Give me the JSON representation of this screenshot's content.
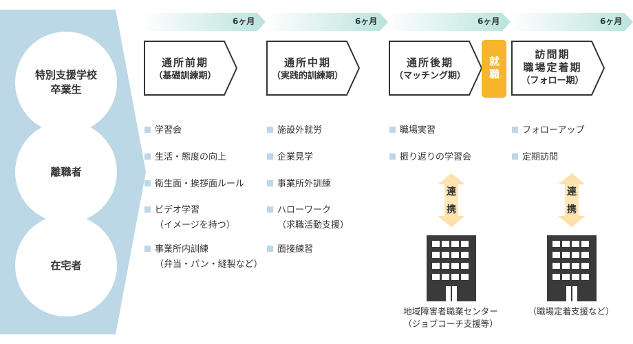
{
  "colors": {
    "panel": "#bcd7e6",
    "accent": "#f7b52c",
    "building": "#3a3a3a",
    "durationBand": "#b9e3dc"
  },
  "targets": [
    "特別支援学校\n卒業生",
    "離職者",
    "在宅者"
  ],
  "durations": [
    "6ヶ月",
    "6ヶ月",
    "6ヶ月",
    "6ヶ月"
  ],
  "phases": [
    {
      "name": "通所前期",
      "sub": "（基礎訓練期）"
    },
    {
      "name": "通所中期",
      "sub": "（実践的訓練期）"
    },
    {
      "name": "通所後期",
      "sub": "（マッチング期）"
    },
    {
      "name": "訪問期",
      "name2": "職場定着期",
      "sub": "（フォロー期）"
    }
  ],
  "employment": "就職",
  "columns": [
    [
      {
        "text": "学習会"
      },
      {
        "text": "生活・態度の向上"
      },
      {
        "text": "衛生面・挨拶面ルール"
      },
      {
        "text": "ビデオ学習",
        "sub": "（イメージを持つ）"
      },
      {
        "text": "事業所内訓練",
        "sub": "（弁当・パン・縫製など）"
      }
    ],
    [
      {
        "text": "施設外就労"
      },
      {
        "text": "企業見学"
      },
      {
        "text": "事業所外訓練"
      },
      {
        "text": "ハローワーク",
        "sub": "（求職活動支援）"
      },
      {
        "text": "面接練習"
      }
    ],
    [
      {
        "text": "職場実習"
      },
      {
        "text": "振り返りの学習会"
      }
    ],
    [
      {
        "text": "フォローアップ"
      },
      {
        "text": "定期訪問"
      }
    ]
  ],
  "cooperation": [
    "連",
    "携"
  ],
  "partners": [
    {
      "name": "地域障害者職業センター",
      "sub": "（ジョブコーチ支援等）"
    },
    {
      "name": "（職場定着支援など）"
    }
  ]
}
